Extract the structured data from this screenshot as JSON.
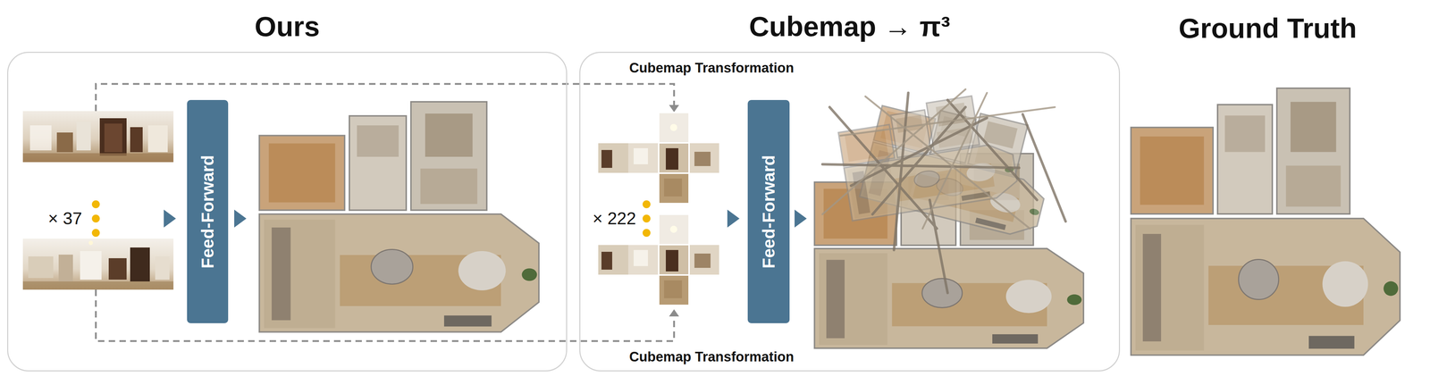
{
  "diagram": {
    "nodes": [
      {
        "text": [
          "Ours"
        ]
      },
      {
        "text": [
          "Feed-Forward"
        ],
        "in": 0
      },
      {
        "text": [
          "Cubemap → π³"
        ]
      },
      {
        "text": [
          "Feed-Forward"
        ],
        "in": 2
      }
    ],
    "labels": [
      "Cubemap Transformation",
      "× 37",
      "× 222",
      "Cubemap Transformation",
      "Ground Truth"
    ]
  }
}
